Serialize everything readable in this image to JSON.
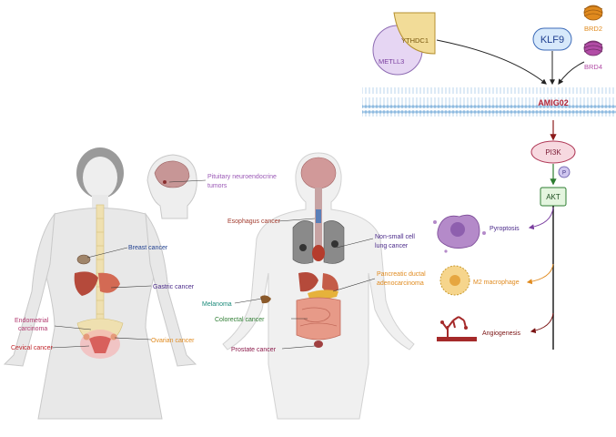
{
  "colors": {
    "body_fill": "#e8e8e8",
    "body_stroke": "#c9c9c9",
    "purple": "#7b3fa0",
    "red": "#b22234",
    "orange": "#e08a1e",
    "blue": "#1f3f8f",
    "green": "#2e7d32",
    "teal": "#1a8a7a",
    "membrane": "#cfe6f5"
  },
  "left_labels": {
    "pituitary": "Pituitary neuroendocrine tumors",
    "pituitary_line1": "Pituitary neuroendocrine",
    "pituitary_line2": "tumors",
    "breast": "Breast cancer",
    "gastric": "Gastric cancer",
    "endometrial_line1": "Endometrial",
    "endometrial_line2": "carcinoma",
    "ovarian": "Ovarian cancer",
    "cervical": "Cevical cancer"
  },
  "middle_labels": {
    "esophagus": "Esophagus cancer",
    "nsclc_line1": "Non-small cell",
    "nsclc_line2": "lung cancer",
    "pancreatic_line1": "Pancreatic ductal",
    "pancreatic_line2": "adenocarcinoma",
    "melanoma": "Melanoma",
    "colorectal": "Colorectal cancer",
    "prostate": "Prostate cancer"
  },
  "pathway": {
    "ythdc1": "YTHDC1",
    "mettl3": "METLL3",
    "klf9": "KLF9",
    "brd2": "BRD2",
    "brd4": "BRD4",
    "amigo2": "AMIG02",
    "pi3k": "PI3K",
    "p": "P",
    "akt": "AKT",
    "pyroptosis": "Pyroptosis",
    "m2": "M2 macrophage",
    "angiogenesis": "Angiogenesis"
  }
}
